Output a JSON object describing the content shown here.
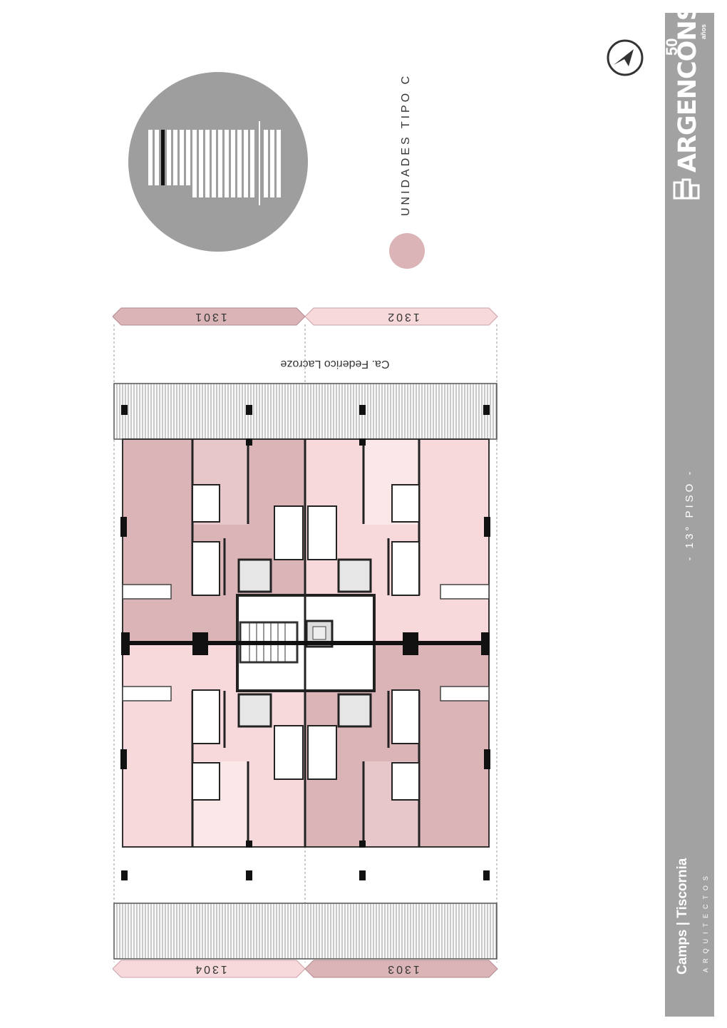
{
  "header": {
    "subtitle": "UNIDADES TIPO C"
  },
  "brand": {
    "name": "ARGENCONS",
    "years": "50",
    "years_suffix": "años"
  },
  "floor": {
    "label": "- 13° PISO -"
  },
  "architects": {
    "name": "Camps | Tiscornia",
    "subtitle": "ARQUITECTOS"
  },
  "plan": {
    "street": "Ca. Federico Lacroze",
    "units": [
      {
        "label": "1301",
        "color": "#dbb4b8"
      },
      {
        "label": "1302",
        "color": "#f7d9dc"
      },
      {
        "label": "1303",
        "color": "#dbb4b8"
      },
      {
        "label": "1304",
        "color": "#f7d9dc"
      }
    ]
  },
  "colors": {
    "band": "#a2a2a2",
    "unit_dark": "#dbb4b8",
    "unit_light": "#f7d9dc",
    "legend_dot": "#dbb4b8",
    "keyplan_bg": "#9e9e9e"
  },
  "icons": {
    "north": "north-arrow-icon",
    "logo": "building-logo-icon"
  }
}
